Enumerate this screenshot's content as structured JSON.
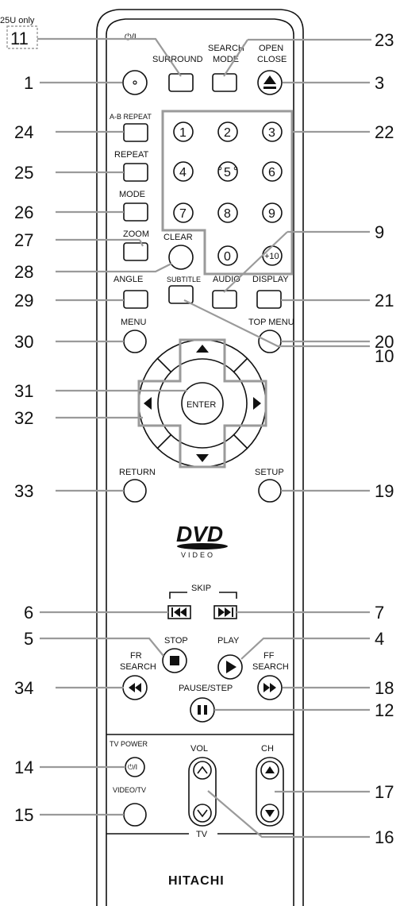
{
  "note": {
    "model": "25U only",
    "callout": "11"
  },
  "labels": {
    "power": "⏻/I",
    "surround": "SURROUND",
    "search_mode_1": "SEARCH",
    "search_mode_2": "MODE",
    "open_close_1": "OPEN",
    "open_close_2": "CLOSE",
    "ab_repeat": "A-B REPEAT",
    "repeat": "REPEAT",
    "mode": "MODE",
    "zoom": "ZOOM",
    "clear": "CLEAR",
    "angle": "ANGLE",
    "subtitle": "SUBTITLE",
    "audio": "AUDIO",
    "display": "DISPLAY",
    "menu": "MENU",
    "top_menu": "TOP MENU",
    "enter": "ENTER",
    "return": "RETURN",
    "setup": "SETUP",
    "skip": "SKIP",
    "stop": "STOP",
    "play": "PLAY",
    "fr_search_1": "FR",
    "fr_search_2": "SEARCH",
    "ff_search_1": "FF",
    "ff_search_2": "SEARCH",
    "pause_step": "PAUSE/STEP",
    "tv_power": "TV POWER",
    "video_tv": "VIDEO/TV",
    "vol": "VOL",
    "ch": "CH",
    "tv": "TV",
    "dvd_logo": "DVD",
    "dvd_video": "VIDEO",
    "brand": "HITACHI"
  },
  "keypad": [
    "1",
    "2",
    "3",
    "4",
    "5",
    "6",
    "7",
    "8",
    "9",
    "0",
    "+10"
  ],
  "callouts": {
    "c1": "1",
    "c3": "3",
    "c4": "4",
    "c5": "5",
    "c6": "6",
    "c7": "7",
    "c9": "9",
    "c10": "10",
    "c12": "12",
    "c14": "14",
    "c15": "15",
    "c16": "16",
    "c17": "17",
    "c18": "18",
    "c19": "19",
    "c20": "20",
    "c21": "21",
    "c22": "22",
    "c23": "23",
    "c24": "24",
    "c25": "25",
    "c26": "26",
    "c27": "27",
    "c28": "28",
    "c29": "29",
    "c30": "30",
    "c31": "31",
    "c32": "32",
    "c33": "33",
    "c34": "34"
  }
}
